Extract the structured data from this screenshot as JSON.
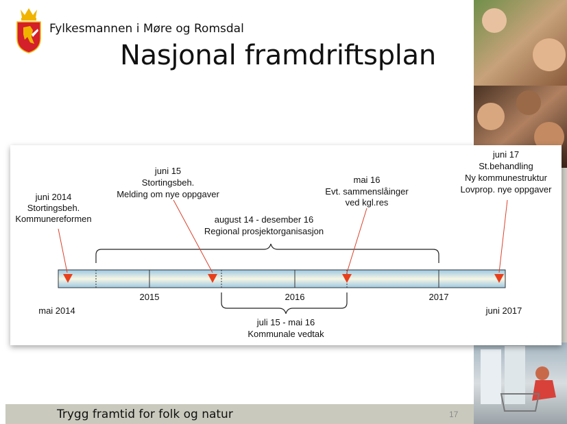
{
  "header": {
    "organization": "Fylkesmannen i Møre og Romsdal",
    "title": "Nasjonal framdriftsplan"
  },
  "timeline": {
    "years": [
      "2015",
      "2016",
      "2017"
    ],
    "start_label": "mai 2014",
    "end_label": "juni 2017",
    "milestones": [
      {
        "lines": [
          "juni 2014",
          "Stortingsbeh.",
          "Kommunereformen"
        ]
      },
      {
        "lines": [
          "juni 15",
          "Stortingsbeh.",
          "Melding om nye oppgaver"
        ]
      },
      {
        "lines": [
          "mai 16",
          "Evt. sammenslåinger",
          "ved kgl.res"
        ]
      },
      {
        "lines": [
          "juni 17",
          "St.behandling",
          "Ny kommunestruktur",
          "Lovprop. nye oppgaver"
        ]
      }
    ],
    "upper_span": {
      "lines": [
        "august 14 - desember 16",
        "Regional prosjektorganisasjon"
      ]
    },
    "lower_span": {
      "lines": [
        "juli 15 - mai 16",
        "Kommunale vedtak"
      ]
    }
  },
  "footer": {
    "text": "Trygg framtid for folk og natur",
    "page_number": "17"
  },
  "colors": {
    "marker": "#e8401c",
    "arrow_line": "#d9402a",
    "crest_red": "#d4202a",
    "crest_gold": "#f0b400",
    "footer_bg": "#c9c9bd"
  }
}
